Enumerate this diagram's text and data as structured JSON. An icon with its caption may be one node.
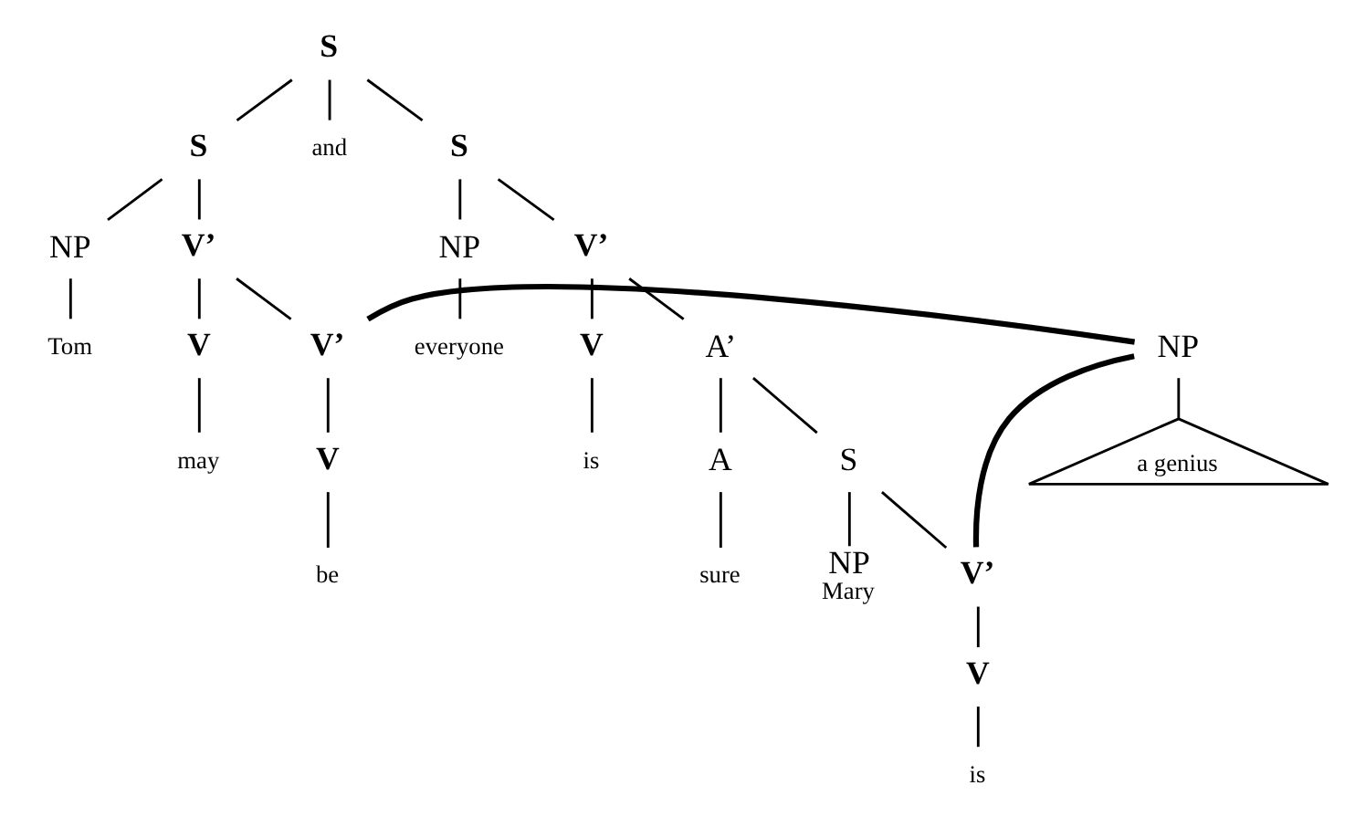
{
  "diagram": {
    "nodes": [
      {
        "text": [
          "S"
        ]
      },
      {
        "text": [
          "S"
        ]
      },
      {
        "text": [
          "and"
        ]
      },
      {
        "text": [
          "S"
        ]
      },
      {
        "text": [
          "NP"
        ]
      },
      {
        "text": [
          "Tom"
        ]
      },
      {
        "text": [
          "V’"
        ]
      },
      {
        "text": [
          "V"
        ]
      },
      {
        "text": [
          "may"
        ]
      },
      {
        "text": [
          "V’"
        ]
      },
      {
        "text": [
          "V"
        ]
      },
      {
        "text": [
          "be"
        ]
      },
      {
        "text": [
          "NP"
        ]
      },
      {
        "text": [
          "everyone"
        ]
      },
      {
        "text": [
          "V’"
        ]
      },
      {
        "text": [
          "V"
        ]
      },
      {
        "text": [
          "is"
        ]
      },
      {
        "text": [
          "A’"
        ]
      },
      {
        "text": [
          "A"
        ]
      },
      {
        "text": [
          "sure"
        ]
      },
      {
        "text": [
          "S"
        ]
      },
      {
        "text": [
          "NP",
          "Mary"
        ]
      },
      {
        "text": [
          "V’"
        ]
      },
      {
        "text": [
          "V"
        ]
      },
      {
        "text": [
          "is"
        ]
      },
      {
        "text": [
          "NP"
        ]
      },
      {
        "text": [
          "a genius"
        ]
      }
    ],
    "edges": [
      {
        "from": 0,
        "to": 1,
        "arrow": "none"
      },
      {
        "from": 0,
        "to": 2,
        "arrow": "none"
      },
      {
        "from": 0,
        "to": 3,
        "arrow": "none"
      },
      {
        "from": 1,
        "to": 4,
        "arrow": "none"
      },
      {
        "from": 1,
        "to": 6,
        "arrow": "none"
      },
      {
        "from": 4,
        "to": 5,
        "arrow": "none"
      },
      {
        "from": 6,
        "to": 7,
        "arrow": "none"
      },
      {
        "from": 6,
        "to": 9,
        "arrow": "none"
      },
      {
        "from": 7,
        "to": 8,
        "arrow": "none"
      },
      {
        "from": 9,
        "to": 10,
        "arrow": "none"
      },
      {
        "from": 10,
        "to": 11,
        "arrow": "none"
      },
      {
        "from": 3,
        "to": 12,
        "arrow": "none"
      },
      {
        "from": 3,
        "to": 14,
        "arrow": "none"
      },
      {
        "from": 12,
        "to": 13,
        "arrow": "none"
      },
      {
        "from": 14,
        "to": 15,
        "arrow": "none"
      },
      {
        "from": 14,
        "to": 17,
        "arrow": "none"
      },
      {
        "from": 15,
        "to": 16,
        "arrow": "none"
      },
      {
        "from": 17,
        "to": 18,
        "arrow": "none"
      },
      {
        "from": 17,
        "to": 20,
        "arrow": "none"
      },
      {
        "from": 18,
        "to": 19,
        "arrow": "none"
      },
      {
        "from": 20,
        "to": 21,
        "arrow": "none"
      },
      {
        "from": 20,
        "to": 22,
        "arrow": "none"
      },
      {
        "from": 22,
        "to": 23,
        "arrow": "none"
      },
      {
        "from": 23,
        "to": 24,
        "arrow": "none"
      },
      {
        "from": 25,
        "to": 26,
        "arrow": "none"
      },
      {
        "from": 9,
        "to": 25,
        "arrow": "none",
        "style": "thick"
      },
      {
        "from": 22,
        "to": 25,
        "arrow": "none",
        "style": "thick"
      }
    ]
  }
}
